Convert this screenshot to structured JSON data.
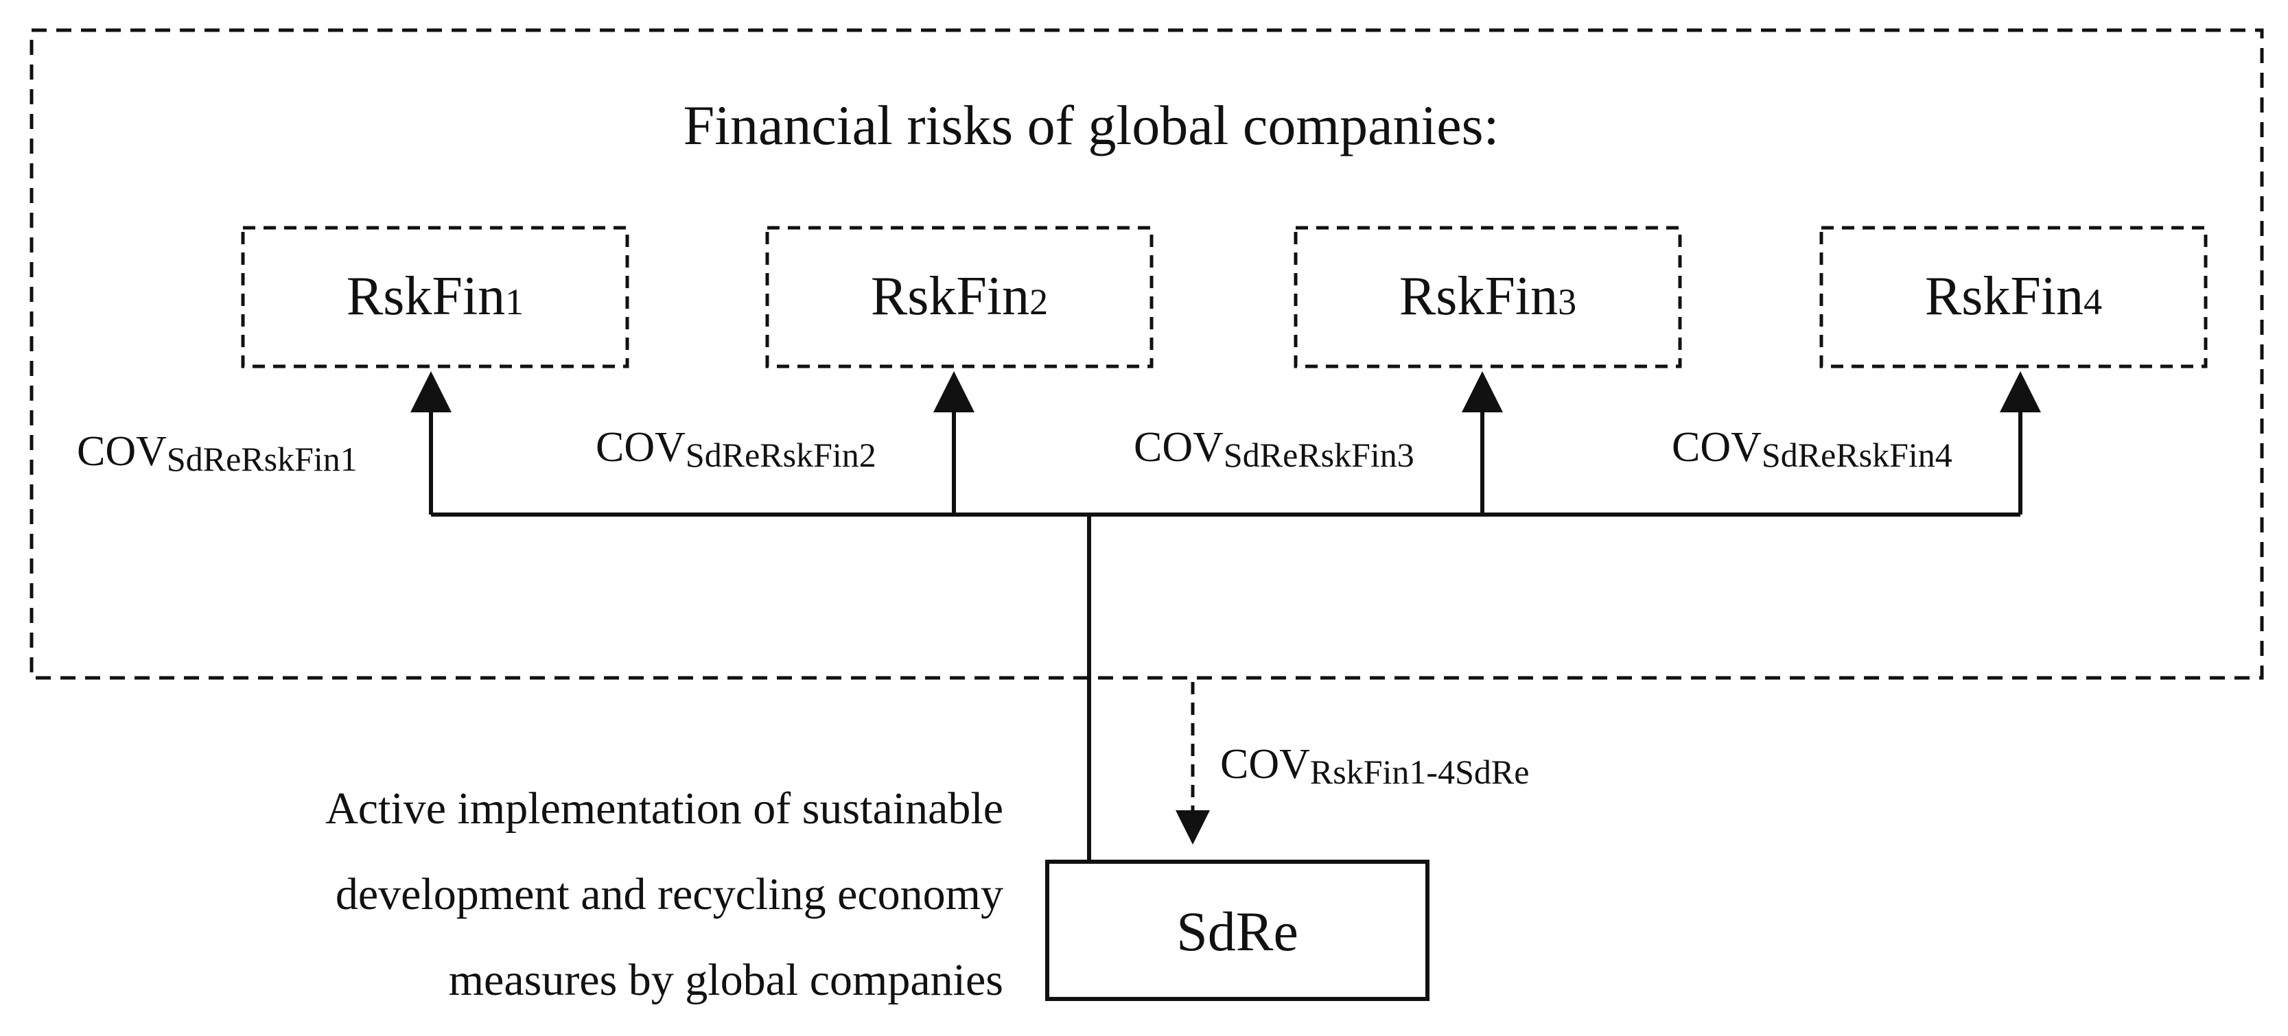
{
  "group_title": "Financial risks of global companies:",
  "risk_boxes": [
    {
      "base": "RskFin",
      "sub": "1"
    },
    {
      "base": "RskFin",
      "sub": "2"
    },
    {
      "base": "RskFin",
      "sub": "3"
    },
    {
      "base": "RskFin",
      "sub": "4"
    }
  ],
  "cov_labels": [
    {
      "base": "COV",
      "sub": "SdReRskFin1"
    },
    {
      "base": "COV",
      "sub": "SdReRskFin2"
    },
    {
      "base": "COV",
      "sub": "SdReRskFin3"
    },
    {
      "base": "COV",
      "sub": "SdReRskFin4"
    }
  ],
  "feedback_label": {
    "base": "COV",
    "sub": "RskFin1-4SdRe"
  },
  "sdre_box": "SdRe",
  "sdre_description": [
    "Active implementation of sustainable",
    "development and recycling economy",
    "measures by global companies"
  ]
}
